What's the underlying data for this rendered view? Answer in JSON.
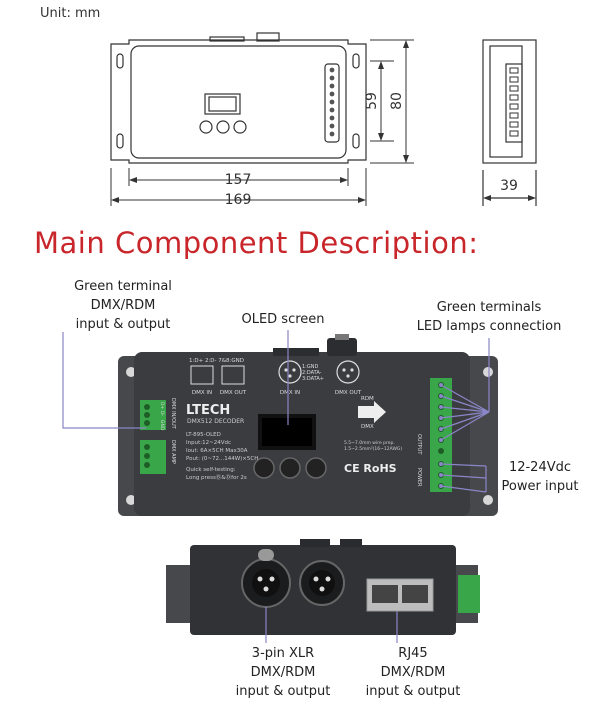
{
  "unit_label": "Unit: mm",
  "dimensions": {
    "length_inner": "157",
    "length_outer": "169",
    "height_inner": "59",
    "height_outer": "80",
    "depth": "39"
  },
  "section_title": "Main Component Description:",
  "callouts": {
    "green_terminal": [
      "Green terminal",
      "DMX/RDM",
      "input & output"
    ],
    "oled": "OLED screen",
    "green_terminals": [
      "Green terminals",
      "LED lamps connection"
    ],
    "power": [
      "12-24Vdc",
      "Power input"
    ],
    "xlr": [
      "3-pin XLR",
      "DMX/RDM",
      "input & output"
    ],
    "rj45": [
      "RJ45",
      "DMX/RDM",
      "input & output"
    ]
  },
  "device": {
    "brand": "LTECH",
    "model": "DMX512 DECODER",
    "model_no": "LT-895-OLED",
    "specs": [
      "Input:12~24Vdc",
      "Iout: 6A×5CH   Max30A",
      "Pout: (0~72...144W)×5CH"
    ],
    "quick_test": [
      "Quick self-testing:",
      "Long pressⒷ&Ⓓfor 2s"
    ],
    "dmx_in": "DMX IN",
    "dmx_out": "DMX OUT",
    "pin_label_top": "1:D+  2:D-  7&8:GND",
    "xlr_pins": [
      "1:GND",
      "2:DATA-",
      "3:DATA+"
    ],
    "rdm": "RDM",
    "dmx": "DMX",
    "output": "OUTPUT",
    "power_label": "POWER",
    "wire_spec": [
      "5.5~7.0mm wire prep.",
      "1.5~2.5mm²(16~12AWG)"
    ],
    "ce_rohs": "CE RoHS",
    "left_labels": [
      "DMX IN/OUT",
      "DMX AMP"
    ],
    "left_pins": [
      "D+",
      "D-",
      "GND"
    ]
  },
  "colors": {
    "title": "#c8262b",
    "callout_line": "#8a86c8",
    "device_body": "#3a3c40",
    "terminal": "#3aa64a"
  }
}
